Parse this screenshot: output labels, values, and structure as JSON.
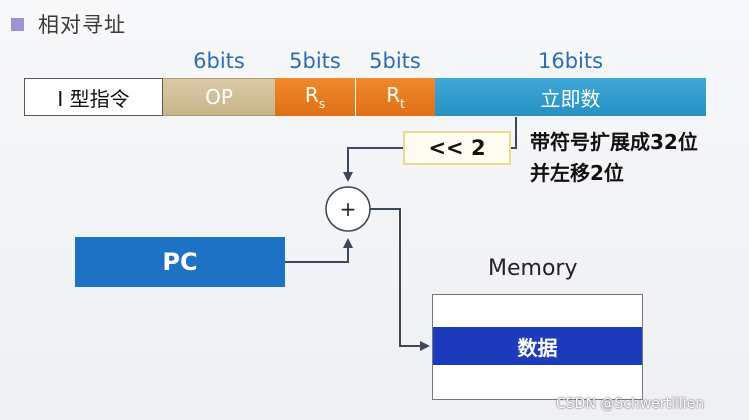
{
  "title": "相对寻址",
  "bit_widths": {
    "op": "6bits",
    "rs": "5bits",
    "rt": "5bits",
    "imm": "16bits"
  },
  "instruction_fields": {
    "itype": "I 型指令",
    "op": "OP",
    "rs_main": "R",
    "rs_sub": "s",
    "rt_main": "R",
    "rt_sub": "t",
    "imm": "立即数"
  },
  "shift_label": "<< 2",
  "note": {
    "line1": "带符号扩展成32位",
    "line2": "并左移2位"
  },
  "adder_symbol": "+",
  "pc_label": "PC",
  "memory": {
    "label": "Memory",
    "data_label": "数据"
  },
  "watermark": "CSDN @Schwertlilien",
  "colors": {
    "op_field": "#c9b58b",
    "register_field": "#e87a1c",
    "immediate_field": "#2e9ad0",
    "pc_box": "#1e72c6",
    "data_cell": "#1d3bbd",
    "bullet": "#9f91d6"
  }
}
